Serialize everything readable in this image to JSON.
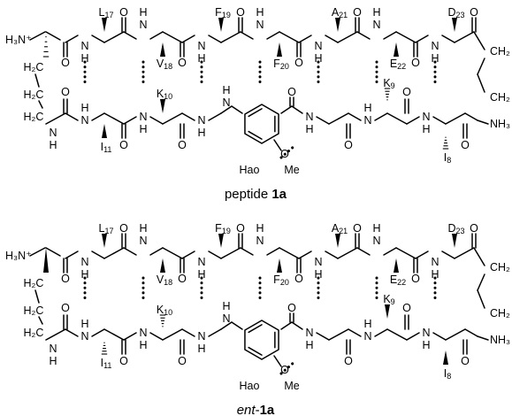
{
  "panels": [
    {
      "caption_prefix": "peptide ",
      "caption_bold": "1a",
      "caption_italic": "",
      "caption_suffix": "",
      "top_residues": [
        {
          "letter": "L",
          "num": "17"
        },
        {
          "letter": "V",
          "num": "18"
        },
        {
          "letter": "F",
          "num": "19"
        },
        {
          "letter": "F",
          "num": "20"
        },
        {
          "letter": "A",
          "num": "21"
        },
        {
          "letter": "E",
          "num": "22"
        },
        {
          "letter": "D",
          "num": "23"
        }
      ],
      "bottom_residues": [
        {
          "letter": "I",
          "num": "11"
        },
        {
          "letter": "K",
          "num": "10"
        },
        {
          "letter": "K",
          "num": "9"
        },
        {
          "letter": "I",
          "num": "8"
        }
      ],
      "atoms": {
        "n_terminus": "H₃N⁺",
        "c_terminus": "NH₃",
        "ch2": "H₂C",
        "ch2_right": "CH₂",
        "n": "N",
        "h": "H",
        "o": "O",
        "hao": "Hao",
        "me": "Me"
      }
    },
    {
      "caption_prefix": "",
      "caption_bold": "1a",
      "caption_italic": "ent",
      "caption_suffix": "-",
      "top_residues": [
        {
          "letter": "L",
          "num": "17"
        },
        {
          "letter": "V",
          "num": "18"
        },
        {
          "letter": "F",
          "num": "19"
        },
        {
          "letter": "F",
          "num": "20"
        },
        {
          "letter": "A",
          "num": "21"
        },
        {
          "letter": "E",
          "num": "22"
        },
        {
          "letter": "D",
          "num": "23"
        }
      ],
      "bottom_residues": [
        {
          "letter": "I",
          "num": "11"
        },
        {
          "letter": "K",
          "num": "10"
        },
        {
          "letter": "K",
          "num": "9"
        },
        {
          "letter": "I",
          "num": "8"
        }
      ],
      "atoms": {
        "n_terminus": "H₃N⁺",
        "c_terminus": "NH₃",
        "ch2": "H₂C",
        "ch2_right": "CH₂",
        "n": "N",
        "h": "H",
        "o": "O",
        "hao": "Hao",
        "me": "Me"
      }
    }
  ]
}
